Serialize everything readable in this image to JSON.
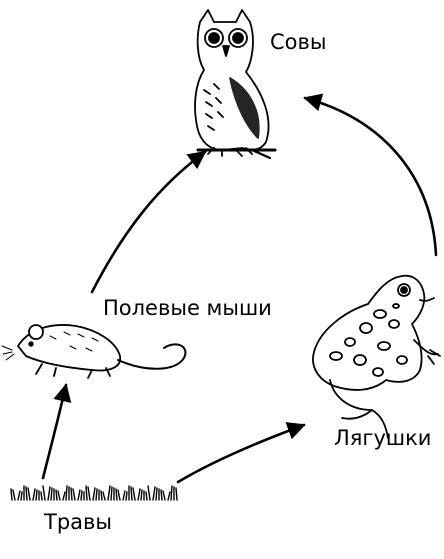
{
  "labels": {
    "owls": "Совы",
    "mice": "Полевые мыши",
    "frogs": "Лягушки",
    "grass": "Травы"
  },
  "icons": {
    "owl": "owl-icon",
    "mouse": "mouse-icon",
    "frog": "frog-icon",
    "grass": "grass-icon"
  },
  "edges": [
    {
      "from": "grass",
      "to": "mice"
    },
    {
      "from": "grass",
      "to": "frogs"
    },
    {
      "from": "mice",
      "to": "owls"
    },
    {
      "from": "frogs",
      "to": "owls"
    }
  ],
  "colors": {
    "ink": "#000000",
    "background": "#ffffff"
  }
}
